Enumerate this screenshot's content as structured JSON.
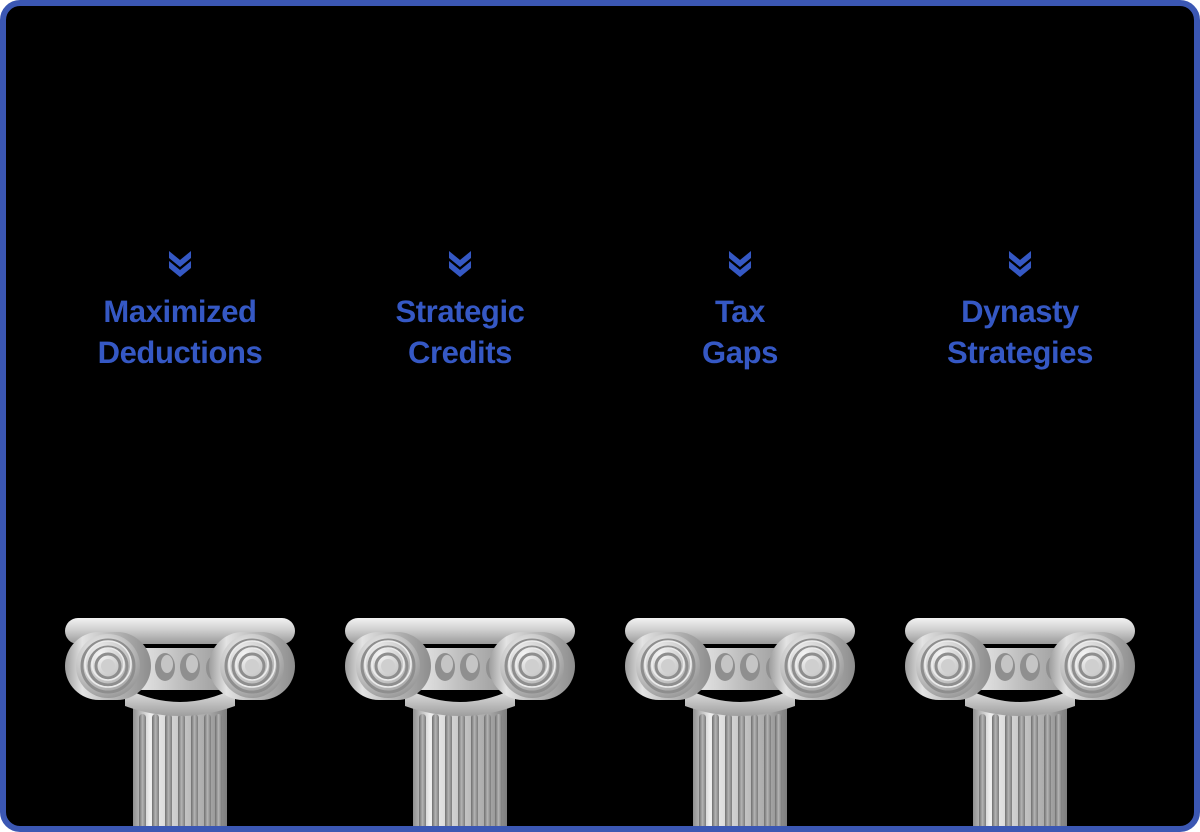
{
  "panel": {
    "background_color": "#000000",
    "border_color": "#3b57b3",
    "accent_color": "#3558c4"
  },
  "pillars": [
    {
      "icon": "double-chevron-down-icon",
      "title": "Maximized\nDeductions",
      "graphic": "ionic-column-capital"
    },
    {
      "icon": "double-chevron-down-icon",
      "title": "Strategic\nCredits",
      "graphic": "ionic-column-capital"
    },
    {
      "icon": "double-chevron-down-icon",
      "title": "Tax\nGaps",
      "graphic": "ionic-column-capital"
    },
    {
      "icon": "double-chevron-down-icon",
      "title": "Dynasty\nStrategies",
      "graphic": "ionic-column-capital"
    }
  ]
}
